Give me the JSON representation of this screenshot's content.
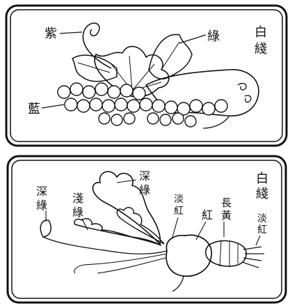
{
  "panels": [
    {
      "border_label": [
        "白",
        "綫"
      ],
      "callouts": {
        "tendril": "紫",
        "leaves": "綠",
        "grapes": "藍"
      }
    },
    {
      "border_label": [
        "白",
        "綫"
      ],
      "callouts": {
        "top_leaf": [
          "深",
          "綠"
        ],
        "left_leaf": [
          "深",
          "綠"
        ],
        "mid_leaf": [
          "淺",
          "綠"
        ],
        "stem_tone": [
          "淡",
          "紅"
        ],
        "turnip_red": "紅",
        "radish": [
          "長",
          "黃"
        ],
        "root_tone": [
          "淡",
          "紅"
        ]
      }
    }
  ],
  "colors": {
    "ink": "#111111",
    "paper": "#ffffff"
  }
}
